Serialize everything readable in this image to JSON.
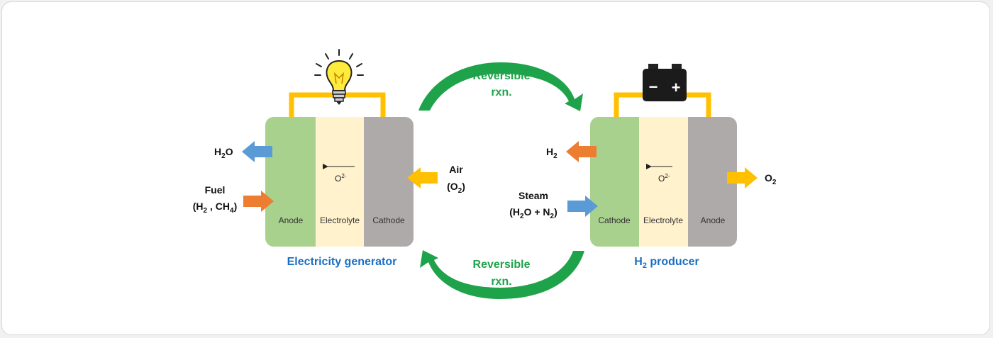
{
  "colors": {
    "anode_green": "#a9d18e",
    "electrolyte_cream": "#fff2cc",
    "cathode_gray": "#aeaaaa",
    "wire_yellow": "#ffc000",
    "arrow_blue": "#5b9bd5",
    "arrow_orange": "#ed7d31",
    "arrow_yellow": "#ffc000",
    "cycle_green": "#1fa34a",
    "title_blue": "#1a6fc2"
  },
  "cycle": {
    "top_label_line1": "Reversible",
    "top_label_line2": "rxn.",
    "bottom_label_line1": "Reversible",
    "bottom_label_line2": "rxn."
  },
  "left_cell": {
    "title": "Electricity generator",
    "layers": [
      "Anode",
      "Electrolyte",
      "Cathode"
    ],
    "ion_base": "O",
    "ion_charge": "2-",
    "device_icon": "light-bulb-icon",
    "outputs": {
      "water_H": "H",
      "water_sub": "2",
      "water_O": "O"
    },
    "fuel": {
      "label": "Fuel",
      "paren_open": "(H",
      "sub1": "2",
      "mid": " , CH",
      "sub2": "4",
      "paren_close": ")"
    },
    "air": {
      "label": "Air",
      "paren_open": "(O",
      "sub": "2",
      "paren_close": ")"
    }
  },
  "right_cell": {
    "title_H": "H",
    "title_sub": "2",
    "title_rest": " producer",
    "layers": [
      "Cathode",
      "Electrolyte",
      "Anode"
    ],
    "ion_base": "O",
    "ion_charge": "2-",
    "device_icon": "battery-icon",
    "battery_minus": "−",
    "battery_plus": "+",
    "hydrogen": {
      "H": "H",
      "sub": "2"
    },
    "oxygen": {
      "O": "O",
      "sub": "2"
    },
    "steam": {
      "label": "Steam",
      "paren_open": "(H",
      "sub1": "2",
      "mid": "O + N",
      "sub2": "2",
      "paren_close": ")"
    }
  }
}
